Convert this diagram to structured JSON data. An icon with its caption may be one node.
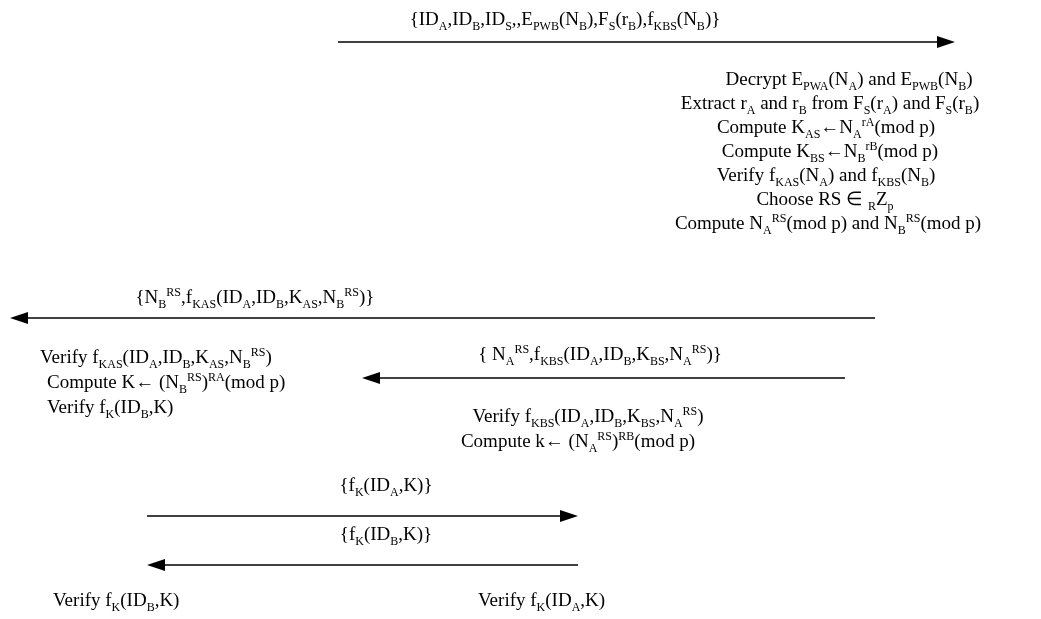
{
  "diagram": {
    "labels": [
      "{ID$_{A}$,ID$_{B}$,ID$_{S}$,,E$_{PWB}$(N$_{B}$),F$_{S}$(r$_{B}$),f$_{KBS}$(N$_{B}$)}",
      "Decrypt E$_{PWA}$(N$_{A}$) and E$_{PWB}$(N$_{B}$)",
      "Extract r$_{A}$ and r$_{B}$ from F$_{S}$(r$_{A}$) and F$_{S}$(r$_{B}$)",
      "Compute K$_{AS}$←N$_{A}$$^{rA}$(mod p)",
      "Compute K$_{BS}$←N$_{B}$$^{rB}$(mod p)",
      "Verify f$_{KAS}$(N$_{A}$) and f$_{KBS}$(N$_{B}$)",
      "Choose RS ∈ $_{R}$Z$_{p}$",
      "Compute N$_{A}$$^{RS}$(mod p) and N$_{B}$$^{RS}$(mod p)",
      "{N$_{B}$$^{RS}$,f$_{KAS}$(ID$_{A}$,ID$_{B}$,K$_{AS}$,N$_{B}$$^{RS}$)}",
      "{ N$_{A}$$^{RS}$,f$_{KBS}$(ID$_{A}$,ID$_{B}$,K$_{BS}$,N$_{A}$$^{RS}$)}",
      "Verify f$_{KAS}$(ID$_{A}$,ID$_{B}$,K$_{AS}$,N$_{B}$$^{RS}$)",
      "Compute K← (N$_{B}$$^{RS}$)$^{RA}$(mod p)",
      "Verify f$_{K}$(ID$_{B}$,K)",
      "Verify f$_{KBS}$(ID$_{A}$,ID$_{B}$,K$_{BS}$,N$_{A}$$^{RS}$)",
      "Compute k← (N$_{A}$$^{RS}$)$^{RB}$(mod p)",
      "{f$_{K}$(ID$_{A}$,K)}",
      "{f$_{K}$(ID$_{B}$,K)}",
      "Verify f$_{K}$(ID$_{B}$,K)",
      "Verify f$_{K}$(ID$_{A}$,K)"
    ]
  }
}
